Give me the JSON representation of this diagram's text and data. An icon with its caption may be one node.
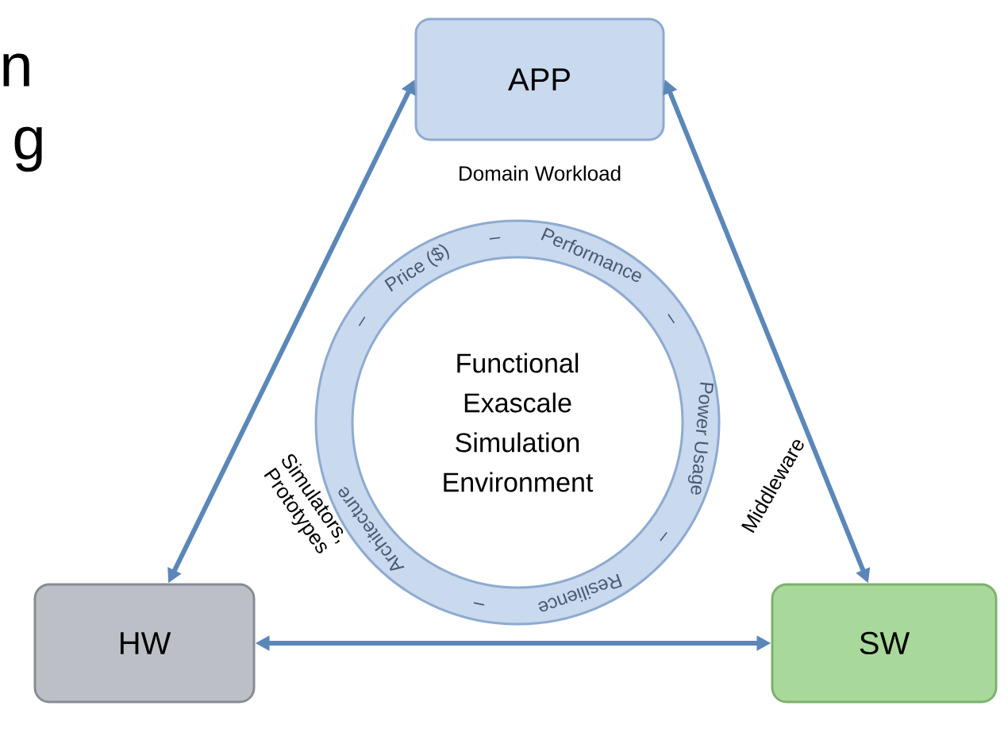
{
  "diagram": {
    "nodes": [
      {
        "text": [
          "APP"
        ],
        "beside": [
          "Domain Workload"
        ]
      },
      {
        "text": [
          "HW"
        ]
      },
      {
        "text": [
          "SW"
        ]
      },
      {
        "text": [
          "Functional Exascale Simulation Environment",
          "–",
          "Price ($)",
          "–",
          "Performance",
          "–",
          "Power Usage",
          "–",
          "Resilience",
          "–",
          "Architecture"
        ]
      }
    ],
    "edges": [
      {
        "from": 0,
        "to": 1,
        "arrow": "both",
        "label": "Simulators, Prototypes"
      },
      {
        "from": 0,
        "to": 2,
        "arrow": "both",
        "label": "Middleware"
      },
      {
        "from": 1,
        "to": 2,
        "arrow": "both"
      }
    ],
    "labels": [
      "n",
      "g"
    ]
  }
}
